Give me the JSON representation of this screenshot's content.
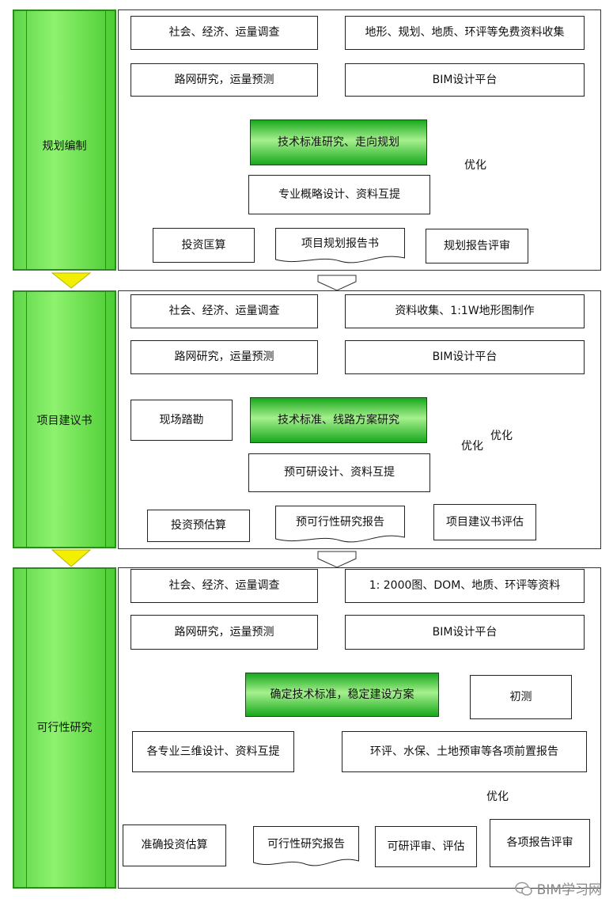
{
  "stages": [
    {
      "label": "规划编制",
      "boxes": {
        "survey": "社会、经济、运量调查",
        "free_data": "地形、规划、地质、环评等免费资料收集",
        "road_study": "路网研究，运量预测",
        "bim": "BIM设计平台",
        "tech_standard": "技术标准研究、走向规划",
        "prof_design": "专业概略设计、资料互提",
        "investment": "投资匡算",
        "report": "项目规划报告书",
        "review": "规划报告评审"
      },
      "optimize": "优化"
    },
    {
      "label": "项目建议书",
      "boxes": {
        "survey": "社会、经济、运量调查",
        "data_collect": "资料收集、1:1W地形图制作",
        "road_study": "路网研究，运量预测",
        "bim": "BIM设计平台",
        "site": "现场踏勘",
        "tech_standard": "技术标准、线路方案研究",
        "pre_design": "预可研设计、资料互提",
        "investment": "投资预估算",
        "report": "预可行性研究报告",
        "review": "项目建议书评估"
      },
      "optimize_1": "优化",
      "optimize_2": "优化"
    },
    {
      "label": "可行性研究",
      "boxes": {
        "survey": "社会、经济、运量调查",
        "data_2000": "1: 2000图、DOM、地质、环评等资料",
        "road_study": "路网研究，运量预测",
        "bim": "BIM设计平台",
        "tech_standard": "确定技术标准，稳定建设方案",
        "initial_survey": "初测",
        "design_3d": "各专业三维设计、资料互提",
        "pre_reports": "环评、水保、土地预审等各项前置报告",
        "investment": "准确投资估算",
        "report": "可行性研究报告",
        "review": "可研评审、评估",
        "reports_review": "各项报告评审"
      },
      "optimize": "优化"
    }
  ],
  "watermark": "BIM学习网",
  "colors": {
    "band_green": "#5fd64a",
    "highlight_green": "#18a81c",
    "connector_yellow": "#f3ef00"
  }
}
